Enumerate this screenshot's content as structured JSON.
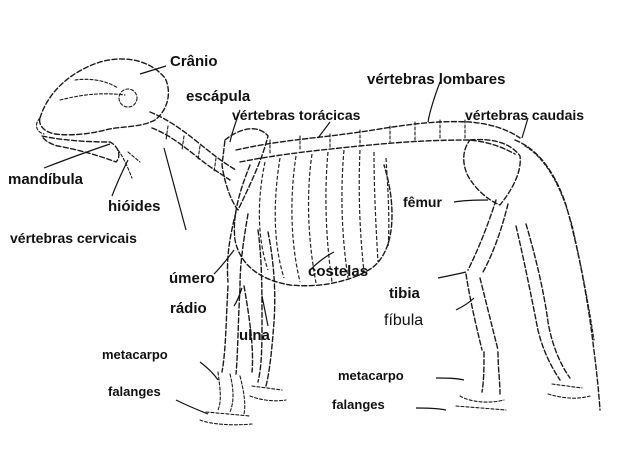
{
  "labels": {
    "cranio": "Crânio",
    "escapula": "escápula",
    "vertebras_lombares": "vértebras lombares",
    "vertebras_toracicas": "vértebras torácicas",
    "vertebras_caudais": "vértebras caudais",
    "mandibula": "mandíbula",
    "hioides": "hióides",
    "vertebras_cervicais": "vértebras cervicais",
    "femur": "fêmur",
    "umero": "úmero",
    "costelas": "costelas",
    "tibia": "tibia",
    "radio": "rádio",
    "fibula": "fíbula",
    "ulna": "ulna",
    "metacarpo_front": "metacarpo",
    "metacarpo_hind": "metacarpo",
    "falanges_front": "falanges",
    "falanges_hind": "falanges"
  }
}
